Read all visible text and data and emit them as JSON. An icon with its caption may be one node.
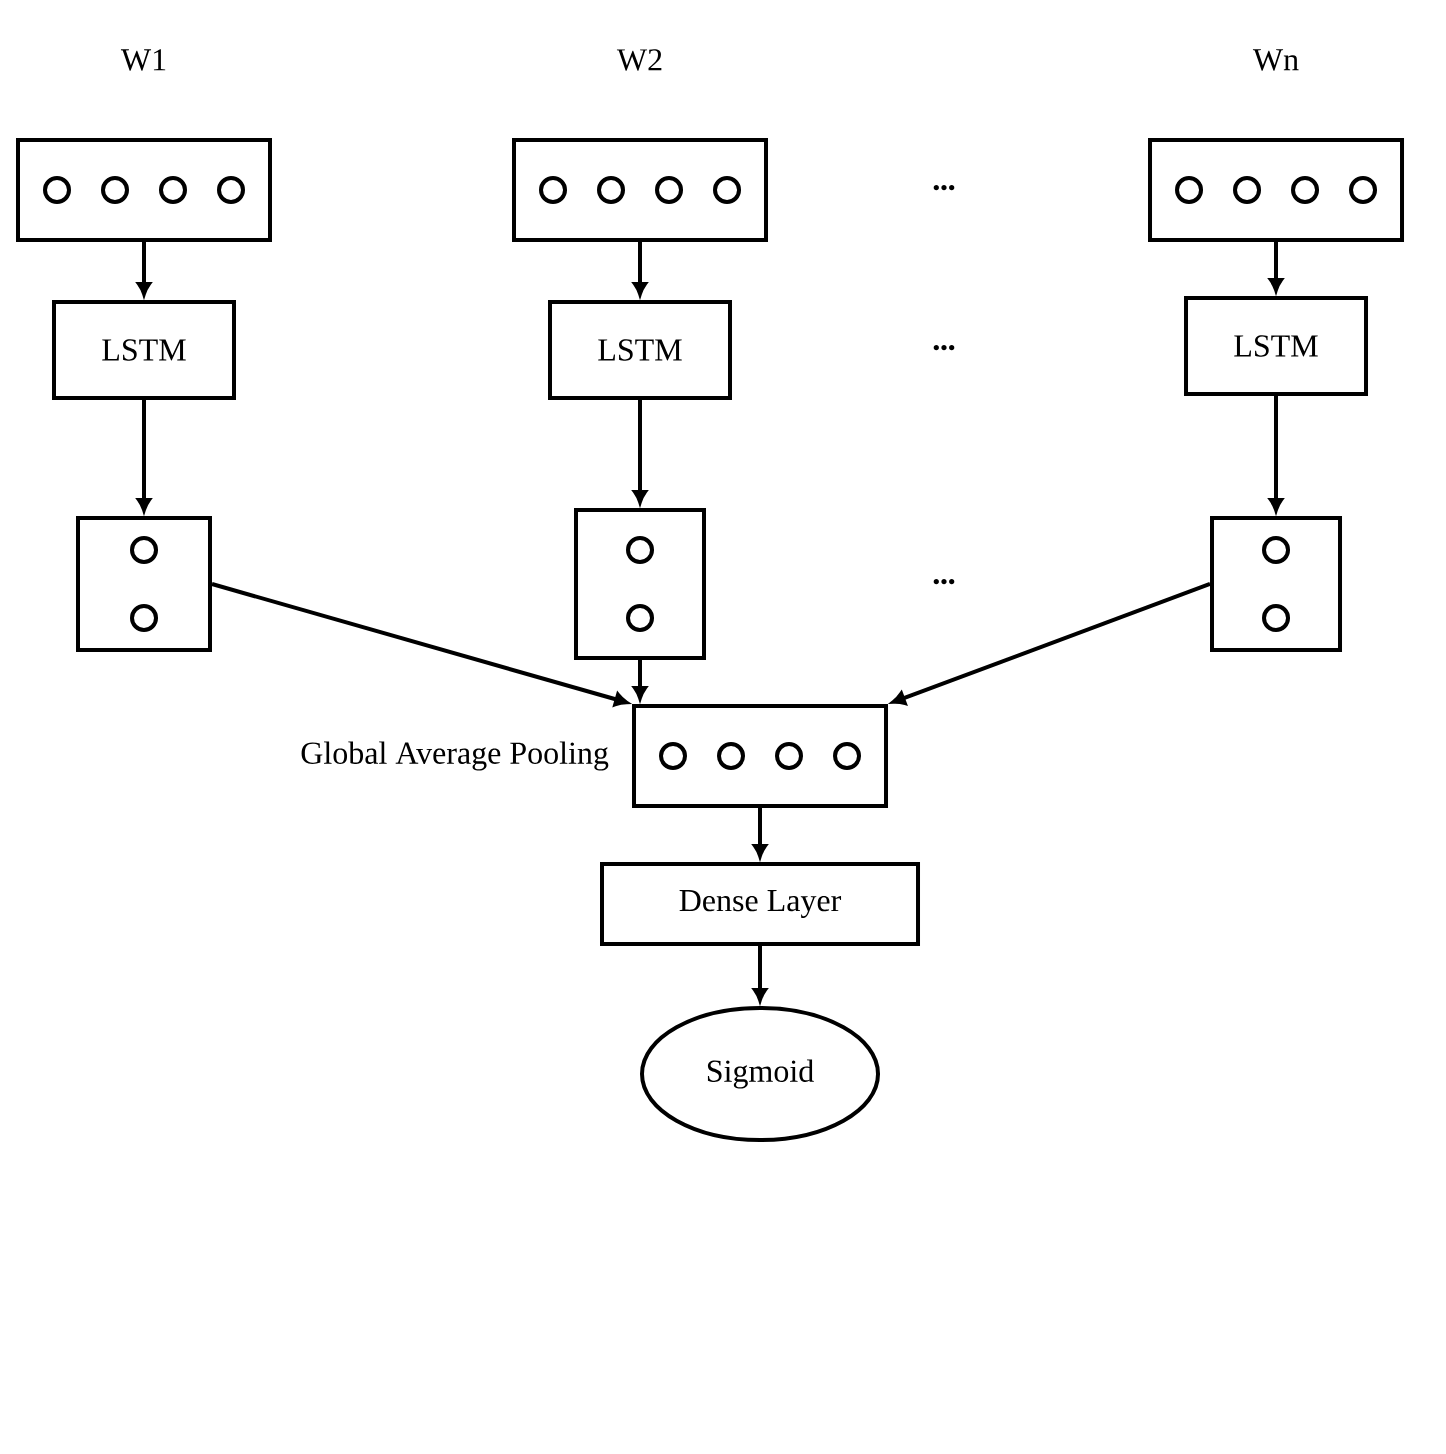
{
  "diagram": {
    "nodes": [
      {
        "text": [
          "W1"
        ]
      },
      {
        "text": [
          "W2"
        ]
      },
      {
        "text": [
          "Wn"
        ]
      },
      {
        "text": [
          "LSTM"
        ]
      },
      {
        "text": [
          "LSTM"
        ]
      },
      {
        "text": [
          "LSTM"
        ]
      },
      {
        "text": [],
        "shape": "box"
      },
      {
        "text": [],
        "shape": "box"
      },
      {
        "text": [],
        "shape": "box"
      },
      {
        "text": [],
        "shape": "box",
        "beside": [
          "Global Average Pooling"
        ]
      },
      {
        "text": [
          "Dense Layer"
        ]
      },
      {
        "text": [
          "Sigmoid"
        ]
      }
    ],
    "edges": [
      {
        "from": 0,
        "to": 3,
        "arrow": "to"
      },
      {
        "from": 1,
        "to": 4,
        "arrow": "to"
      },
      {
        "from": 2,
        "to": 5,
        "arrow": "to"
      },
      {
        "from": 3,
        "to": 6,
        "arrow": "to"
      },
      {
        "from": 4,
        "to": 7,
        "arrow": "to"
      },
      {
        "from": 5,
        "to": 8,
        "arrow": "to"
      },
      {
        "from": 6,
        "to": 9,
        "arrow": "to"
      },
      {
        "from": 7,
        "to": 9,
        "arrow": "to"
      },
      {
        "from": 8,
        "to": 9,
        "arrow": "to"
      },
      {
        "from": 9,
        "to": 10,
        "arrow": "to"
      },
      {
        "from": 10,
        "to": 11,
        "arrow": "to"
      }
    ],
    "labels": [
      "•••",
      "•••",
      "•••"
    ]
  }
}
